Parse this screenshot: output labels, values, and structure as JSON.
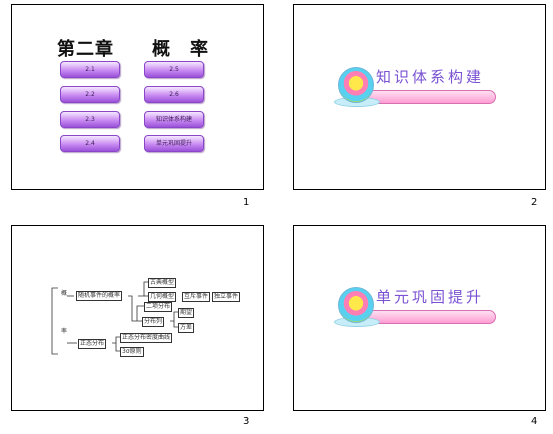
{
  "slides": [
    {
      "number": "1",
      "title_left": "第二章",
      "title_right": "概　率",
      "buttons_left": [
        "2.1",
        "2.2",
        "2.3",
        "2.4"
      ],
      "buttons_right": [
        "2.5",
        "2.6",
        "知识体系构建",
        "单元巩固提升"
      ]
    },
    {
      "number": "2",
      "heading": "知识体系构建"
    },
    {
      "number": "3",
      "vertical_chars": [
        "概",
        "率"
      ],
      "nodes": [
        "随机事件的概率",
        "古典概型",
        "几何概型",
        "互斥事件",
        "独立事件",
        "二项分布",
        "分布列",
        "期望",
        "方差",
        "正态分布",
        "正态分布密度曲线",
        "3σ原则"
      ]
    },
    {
      "number": "4",
      "heading": "单元巩固提升"
    }
  ]
}
